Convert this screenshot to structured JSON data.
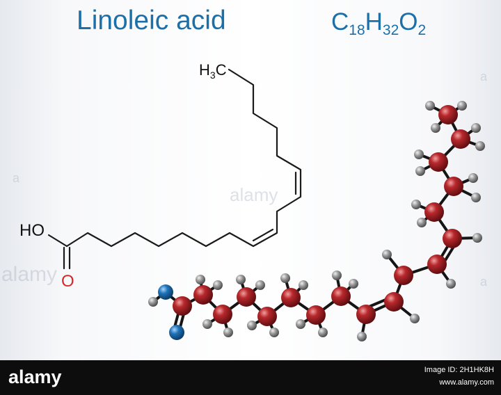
{
  "header": {
    "title": "Linoleic acid",
    "formula": {
      "c": "C",
      "c_sub": "18",
      "h": "H",
      "h_sub": "32",
      "o": "O",
      "o_sub": "2"
    }
  },
  "structure": {
    "methyl_label": {
      "main": "H",
      "sub": "3",
      "rest": "C"
    },
    "hydroxyl_label": "HO",
    "carbonyl_label": "O"
  },
  "footer": {
    "brand": "alamy",
    "image_id": "Image ID: 2H1HK8H",
    "site": "www.alamy.com"
  },
  "watermarks": {
    "large": "alamy",
    "small": "a"
  },
  "colors": {
    "title": "#1d6fa8",
    "carbon": "#9e1f22",
    "hydrogen": "#8a8a8a",
    "oxygen": "#1f73b8",
    "oxygen_label": "#d7262a",
    "footer_bg": "#0d0d0d"
  },
  "icons": {
    "logo": "alamy-wordmark"
  }
}
